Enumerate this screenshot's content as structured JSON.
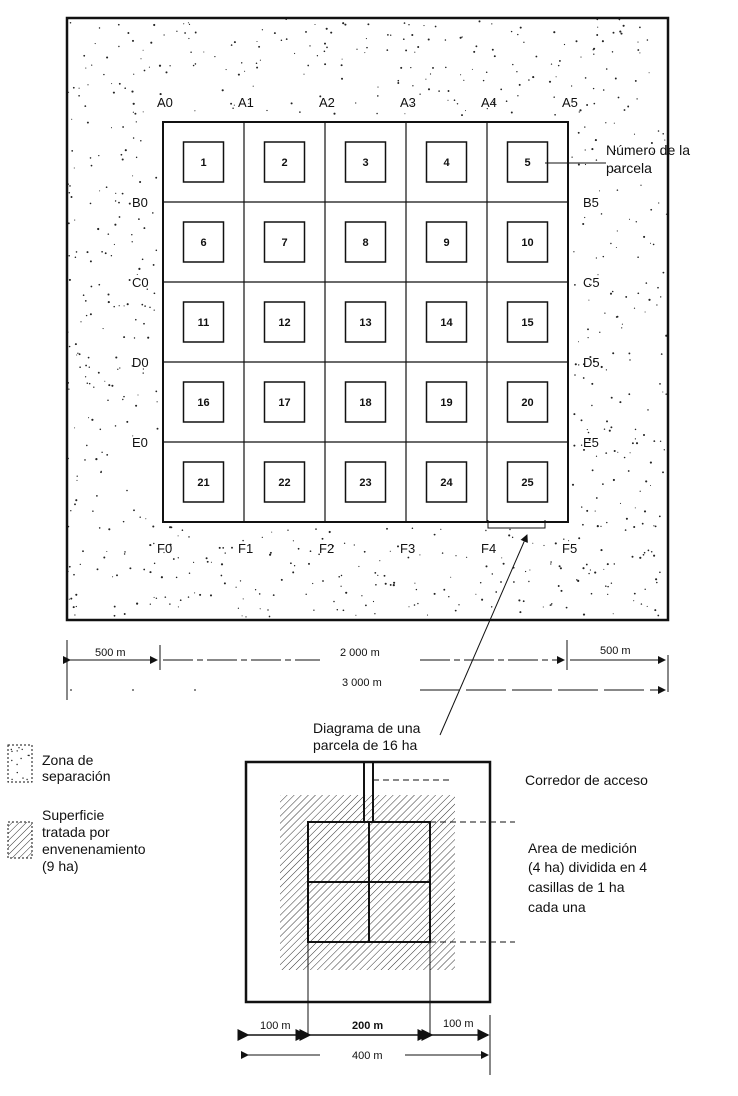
{
  "grid": {
    "top_labels": [
      "A0",
      "A1",
      "A2",
      "A3",
      "A4",
      "A5"
    ],
    "left_labels": [
      "B0",
      "C0",
      "D0",
      "E0"
    ],
    "right_labels": [
      "B5",
      "C5",
      "D5",
      "E5"
    ],
    "bottom_labels": [
      "F0",
      "F1",
      "F2",
      "F3",
      "F4",
      "F5"
    ],
    "parcels": [
      "1",
      "2",
      "3",
      "4",
      "5",
      "6",
      "7",
      "8",
      "9",
      "10",
      "11",
      "12",
      "13",
      "14",
      "15",
      "16",
      "17",
      "18",
      "19",
      "20",
      "21",
      "22",
      "23",
      "24",
      "25"
    ],
    "parcel_note": [
      "Número de la",
      "parcela"
    ]
  },
  "dimensions": {
    "left_zone": "500 m",
    "grid_width": "2 000 m",
    "right_zone": "500 m",
    "total": "3 000 m"
  },
  "callout": [
    "Diagrama de una",
    "parcela de 16 ha"
  ],
  "legend": [
    {
      "pattern": "dots",
      "lines": [
        "Zona de",
        "separación"
      ]
    },
    {
      "pattern": "hatch",
      "lines": [
        "Superficie",
        "tratada por",
        "envenenamiento",
        "(9 ha)"
      ]
    }
  ],
  "detail": {
    "corridor_label": "Corredor de acceso",
    "measure_label": [
      "Area de medición",
      "(4 ha) dividida en 4",
      "casillas de 1 ha",
      "cada una"
    ],
    "dim_left": "100 m",
    "dim_mid": "200 m",
    "dim_right": "100 m",
    "dim_total": "400 m"
  }
}
